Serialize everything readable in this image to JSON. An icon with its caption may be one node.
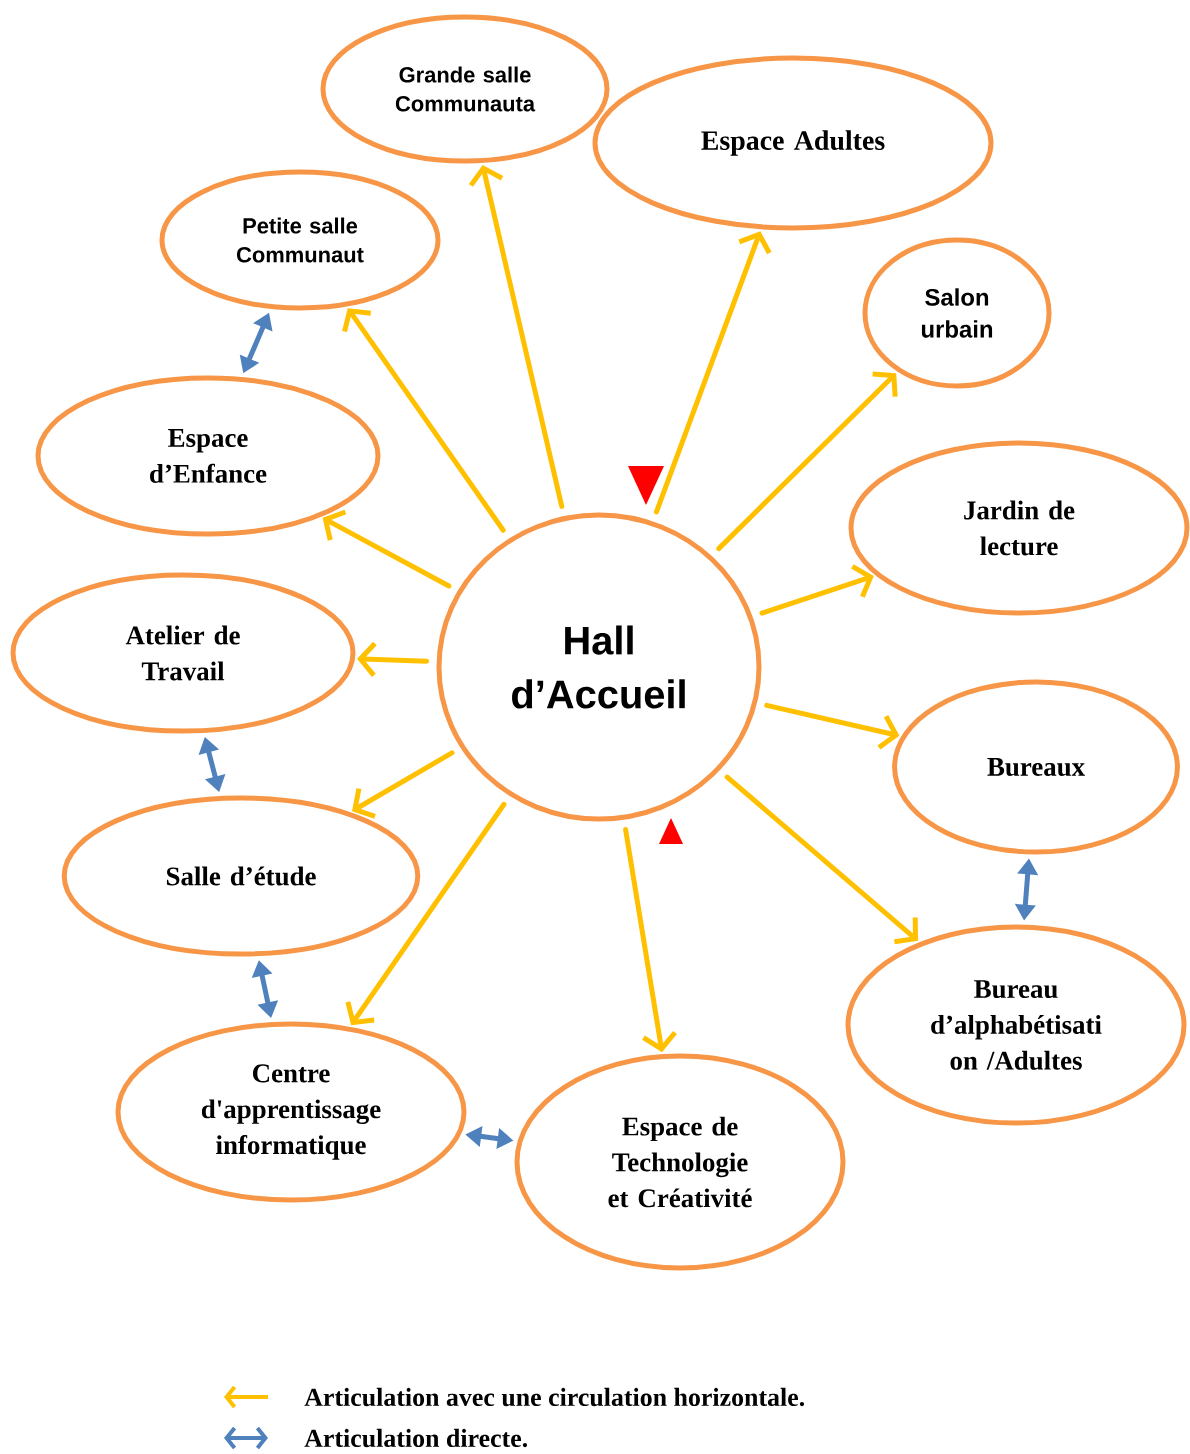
{
  "diagram": {
    "nodes": [
      {
        "text": [
          "Hall d’Accueil"
        ]
      },
      {
        "text": [
          "Grande salle Communauta"
        ]
      },
      {
        "text": [
          "Espace Adultes"
        ]
      },
      {
        "text": [
          "Petite salle Communaut"
        ]
      },
      {
        "text": [
          "Salon urbain"
        ]
      },
      {
        "text": [
          "Espace d’Enfance"
        ]
      },
      {
        "text": [
          "Jardin de lecture"
        ]
      },
      {
        "text": [
          "Atelier de Travail"
        ]
      },
      {
        "text": [
          "Bureaux"
        ]
      },
      {
        "text": [
          "Salle d’étude"
        ]
      },
      {
        "text": [
          "Bureau d’alphabétisati on /Adultes"
        ]
      },
      {
        "text": [
          "Centre d'apprentissage informatique"
        ]
      },
      {
        "text": [
          "Espace de Technologie et Créativité"
        ]
      }
    ],
    "edges": [
      {
        "from": 0,
        "to": 1,
        "arrow": "to"
      },
      {
        "from": 0,
        "to": 2,
        "arrow": "to"
      },
      {
        "from": 0,
        "to": 3,
        "arrow": "to"
      },
      {
        "from": 0,
        "to": 4,
        "arrow": "to"
      },
      {
        "from": 0,
        "to": 5,
        "arrow": "to"
      },
      {
        "from": 0,
        "to": 6,
        "arrow": "to"
      },
      {
        "from": 0,
        "to": 7,
        "arrow": "to"
      },
      {
        "from": 0,
        "to": 8,
        "arrow": "to"
      },
      {
        "from": 0,
        "to": 9,
        "arrow": "to"
      },
      {
        "from": 0,
        "to": 10,
        "arrow": "to"
      },
      {
        "from": 0,
        "to": 11,
        "arrow": "to"
      },
      {
        "from": 0,
        "to": 12,
        "arrow": "to"
      },
      {
        "from": 3,
        "to": 5,
        "arrow": "both",
        "color": "#4f81bd"
      },
      {
        "from": 7,
        "to": 9,
        "arrow": "both",
        "color": "#4f81bd"
      },
      {
        "from": 9,
        "to": 11,
        "arrow": "both",
        "color": "#4f81bd"
      },
      {
        "from": 11,
        "to": 12,
        "arrow": "both",
        "color": "#4f81bd"
      },
      {
        "from": 8,
        "to": 10,
        "arrow": "both",
        "color": "#4f81bd"
      }
    ],
    "legend": [
      {
        "text": "Articulation avec une circulation horizontale."
      },
      {
        "text": "Articulation directe."
      }
    ]
  }
}
